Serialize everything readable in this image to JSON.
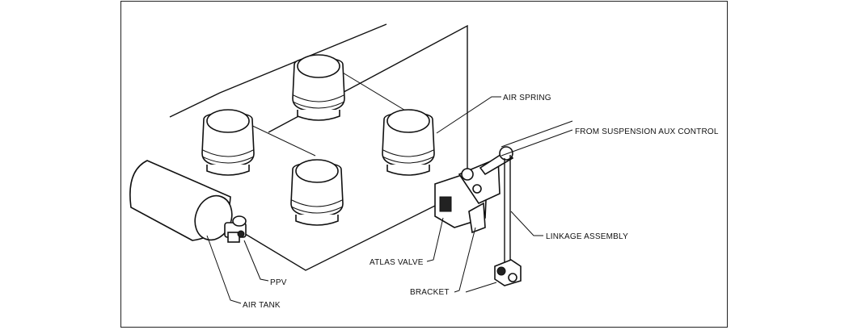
{
  "labels": {
    "air_spring": "AIR SPRING",
    "from_suspension": "FROM SUSPENSION AUX CONTROL",
    "linkage_assembly": "LINKAGE ASSEMBLY",
    "atlas_valve": "ATLAS VALVE",
    "ppv": "PPV",
    "bracket": "BRACKET",
    "air_tank": "AIR TANK"
  }
}
